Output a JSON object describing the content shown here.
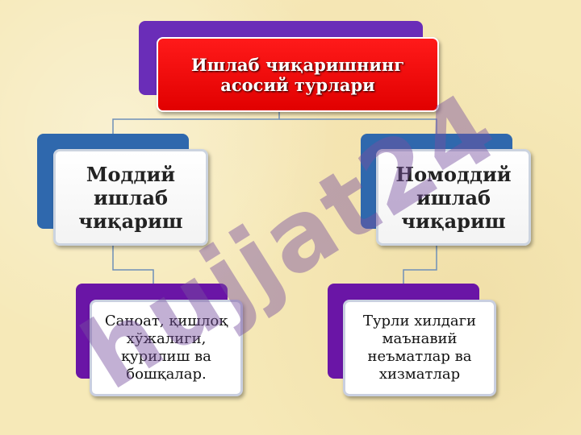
{
  "root": {
    "line1": "Ишлаб чиқаришнинг",
    "line2": "асосий турлари"
  },
  "left": {
    "title": [
      "Моддий",
      "ишлаб",
      "чиқариш"
    ],
    "detail": [
      "Саноат, қишлоқ",
      "хўжалиги,",
      "қурилиш ва",
      "бошқалар."
    ]
  },
  "right": {
    "title": [
      "Номоддий",
      "ишлаб",
      "чиқариш"
    ],
    "detail": [
      "Турли хилдаги",
      "маънавий",
      "неъматлар ва",
      "хизматлар"
    ]
  },
  "watermark": "hujjat24",
  "colors": {
    "background": "#f6e9b8",
    "root_fill": "#ff0000",
    "root_back": "#6a2db8",
    "level2_back": "#2f68ad",
    "level3_back": "#6a15a6",
    "connector": "#6f8fb8"
  }
}
